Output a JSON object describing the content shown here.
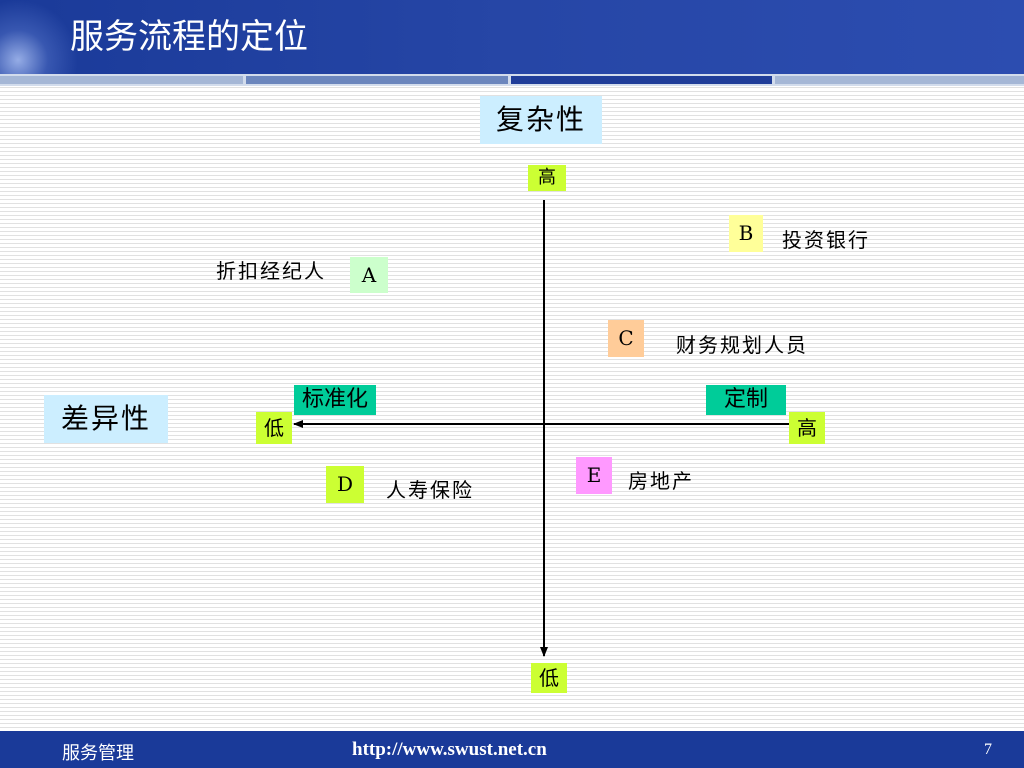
{
  "header": {
    "title": "服务流程的定位"
  },
  "diagram": {
    "vertical_axis": {
      "title": "复杂性",
      "high": "高",
      "low": "低"
    },
    "horizontal_axis": {
      "title": "差异性",
      "low": "低",
      "high": "高",
      "low_side_label": "标准化",
      "high_side_label": "定制"
    },
    "points": [
      {
        "letter": "A",
        "name": "折扣经纪人",
        "color": "#ccffcc"
      },
      {
        "letter": "B",
        "name": "投资银行",
        "color": "#ffff99"
      },
      {
        "letter": "C",
        "name": "财务规划人员",
        "color": "#ffcc99"
      },
      {
        "letter": "D",
        "name": "人寿保险",
        "color": "#ccff33"
      },
      {
        "letter": "E",
        "name": "房地产",
        "color": "#ff99ff"
      }
    ]
  },
  "footer": {
    "left": "服务管理",
    "url": "http://www.swust.net.cn",
    "page_number": "7"
  }
}
